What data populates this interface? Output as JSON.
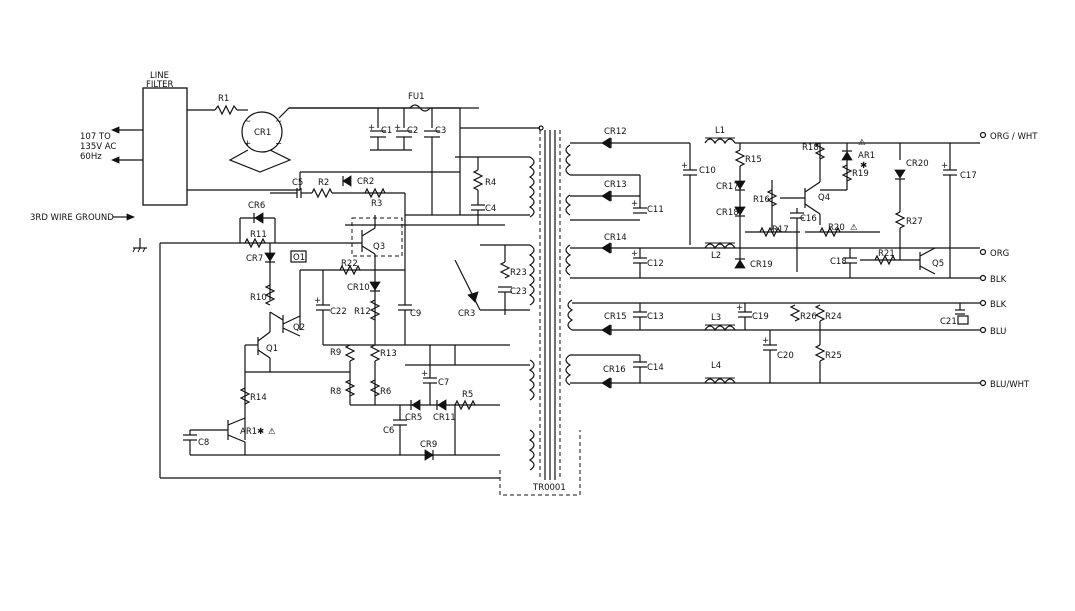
{
  "labels": {
    "line_filter": "LINE",
    "line_filter_2": "FILTER",
    "input_1": "107 TO",
    "input_2": "135V AC",
    "input_3": "60Hz",
    "ground": "3RD WIRE GROUND",
    "transformer": "TR0001",
    "fuse": "FU1",
    "ar1_primary": "AR1"
  },
  "components": {
    "R1": "R1",
    "CR1": "CR1",
    "C1": "C1",
    "C2": "C2",
    "C3": "C3",
    "C5": "C5",
    "R2": "R2",
    "CR2": "CR2",
    "R3": "R3",
    "R4": "R4",
    "C4": "C4",
    "CR6": "CR6",
    "R11": "R11",
    "CR7": "CR7",
    "O1": "O1",
    "Q3": "Q3",
    "R22": "R22",
    "CR10": "CR10",
    "R10": "R10",
    "C22": "C22",
    "R12": "R12",
    "C9": "C9",
    "R23": "R23",
    "C23": "C23",
    "CR3": "CR3",
    "Q2": "Q2",
    "Q1": "Q1",
    "R9": "R9",
    "R13": "R13",
    "R8": "R8",
    "R6": "R6",
    "C7": "C7",
    "R5": "R5",
    "R14": "R14",
    "CR5": "CR5",
    "CR11": "CR11",
    "C6": "C6",
    "C8": "C8",
    "CR9": "CR9",
    "CR12": "CR12",
    "L1": "L1",
    "C10": "C10",
    "R15": "R15",
    "R18": "R18",
    "AR1s": "AR1",
    "R19": "R19",
    "CR20": "CR20",
    "C17": "C17",
    "CR13": "CR13",
    "CR17": "CR17",
    "R16": "R16",
    "Q4": "Q4",
    "C11": "C11",
    "CR18": "CR18",
    "C16": "C16",
    "R27": "R27",
    "R17": "R17",
    "R20": "R20",
    "CR14": "CR14",
    "L2": "L2",
    "C12": "C12",
    "CR19": "CR19",
    "C18": "C18",
    "R21": "R21",
    "Q5": "Q5",
    "CR15": "CR15",
    "C13": "C13",
    "L3": "L3",
    "C19": "C19",
    "R26": "R26",
    "R24": "R24",
    "C21": "C21",
    "C20": "C20",
    "R25": "R25",
    "CR16": "CR16",
    "C14": "C14",
    "L4": "L4"
  },
  "outputs": {
    "org_wht": "ORG / WHT",
    "org": "ORG",
    "blk1": "BLK",
    "blk2": "BLK",
    "blu": "BLU",
    "blu_wht": "BLU/WHT"
  },
  "symbols": {
    "star": "✱",
    "warning": "⚠",
    "warning_num": "⚠"
  }
}
